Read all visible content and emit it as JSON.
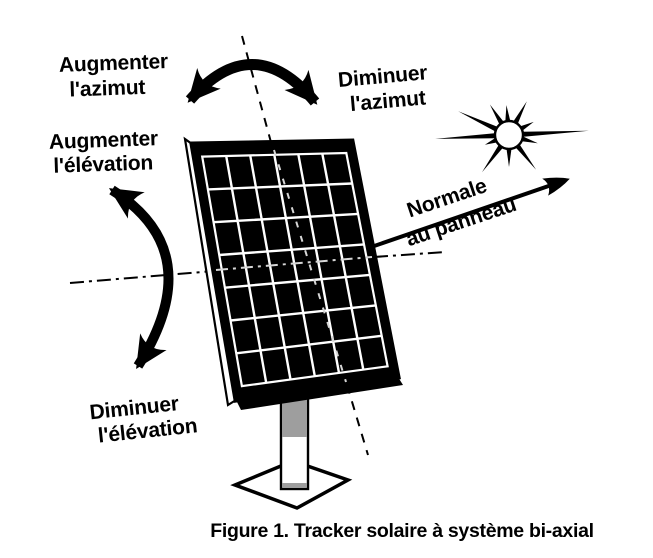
{
  "figure": {
    "background": "#ffffff",
    "ink_color": "#000000",
    "pole_gray": "#9e9e9e",
    "labels": {
      "increase_azimuth": {
        "line1": "Augmenter",
        "line2": "l'azimut"
      },
      "decrease_azimuth": {
        "line1": "Diminuer",
        "line2": "l'azimut"
      },
      "increase_elevation": {
        "line1": "Augmenter",
        "line2": "l'élévation"
      },
      "decrease_elevation": {
        "line1": "Diminuer",
        "line2": "l'élévation"
      },
      "panel_normal": {
        "line1": "Normale",
        "line2": "au panneau"
      }
    },
    "panel": {
      "columns": 6,
      "rows": 7
    },
    "icons": {
      "sun": "sun-icon"
    },
    "caption": {
      "text": "Figure 1. Tracker solaire à système bi-axial",
      "color": "#4f81bd"
    }
  }
}
